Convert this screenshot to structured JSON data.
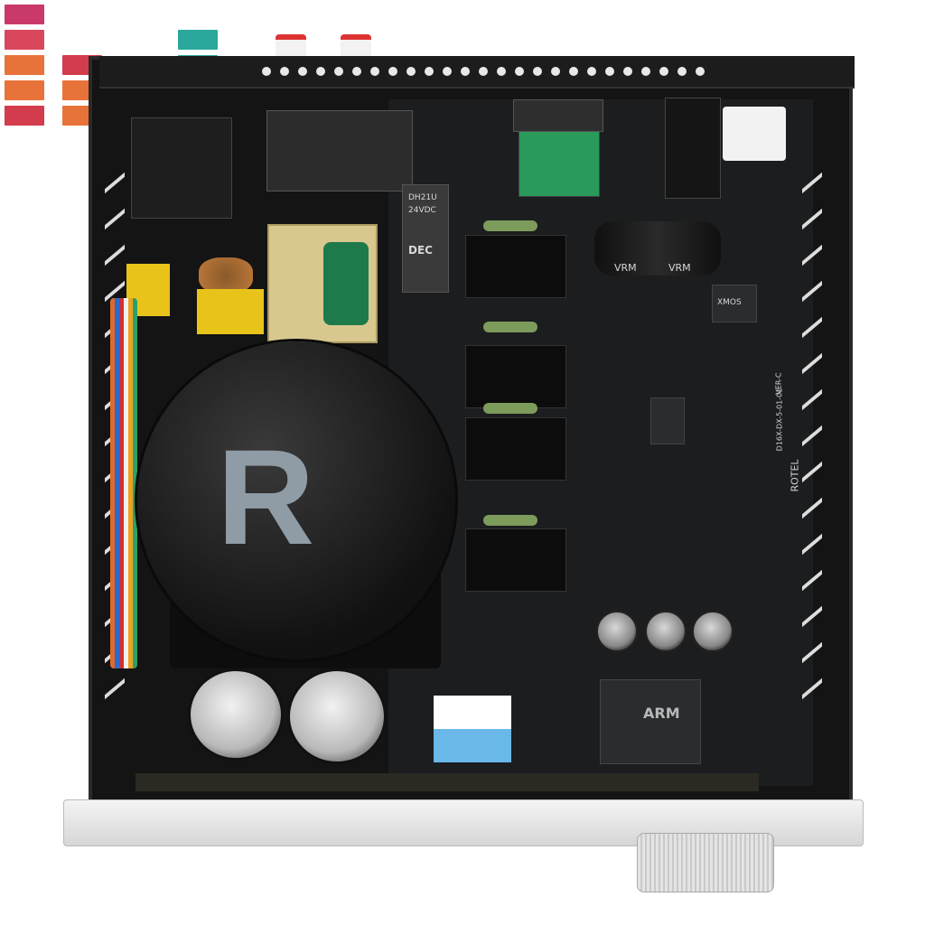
{
  "logo": {
    "colors": [
      "#c93a6a",
      "#e8733a",
      "#2aa89b",
      "#d23c4c"
    ]
  },
  "device": {
    "brand_mark": "R",
    "board_label": "ROTEL",
    "board_code": "D16X-DX-5-01-01",
    "board_version": "VER-C",
    "relay_label_1": "DH21U",
    "relay_label_2": "24VDC",
    "relay_label_3": "DEC",
    "cap_label": "VRM",
    "chip_label": "XMOS",
    "arm_label": "ARM",
    "colors": {
      "chassis": "#141414",
      "pcb": "#1b1d1f",
      "front_panel": "#e2e2e2",
      "transformer": "#1a1a1a",
      "brand_mark": "#8f9ca6"
    }
  }
}
